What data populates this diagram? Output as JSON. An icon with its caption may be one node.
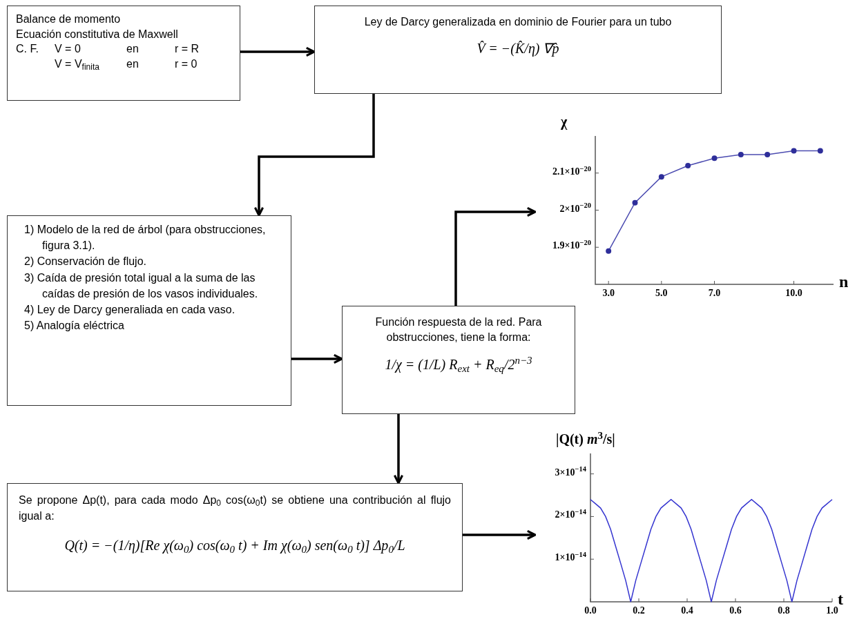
{
  "diagram": {
    "nodes": [
      {
        "text": [
          "Balance de momento",
          "Ecuación constitutiva de Maxwell",
          "C. F.",
          "V = 0",
          "en",
          "r = R",
          "V = V$_{finita}$",
          "en",
          "r = 0"
        ]
      },
      {
        "text": [
          "Ley de Darcy generalizada en dominio de Fourier para un tubo",
          "V̂ = −(K̂/η) ∇p̂"
        ]
      },
      {
        "text": [
          "1)  Modelo de la red de árbol (para obstrucciones, figura 3.1).",
          "2)  Conservación de flujo.",
          "3)  Caída de presión total igual a la suma de las caídas de presión de los vasos individuales.",
          "4)  Ley de Darcy generaliada en cada vaso.",
          "5)  Analogía eléctrica"
        ]
      },
      {
        "text": [
          "Función respuesta de la red. Para obstrucciones, tiene la forma:",
          "1/χ = (1/L) R$_{ext}$ + R$_{eq}$/2$^{n−3}$"
        ]
      },
      {
        "text": [
          "Se propone Δp(t), para cada modo Δp$_{0}$ cos(ω$_{0}$t) se obtiene una contribución al flujo igual a:",
          "Q(t) = −(1/η)[Re χ(ω$_{0}$) cos(ω$_{0}$ t) + Im χ(ω$_{0}$) sen(ω$_{0}$ t)] Δp$_{0}$/L"
        ]
      },
      {
        "text": [],
        "shape": "picture"
      },
      {
        "text": [],
        "shape": "picture"
      }
    ],
    "edges": [
      {
        "from": 0,
        "to": 1,
        "arrow": "to"
      },
      {
        "from": 1,
        "to": 2,
        "arrow": "to"
      },
      {
        "from": 2,
        "to": 3,
        "arrow": "to"
      },
      {
        "from": 3,
        "to": 5,
        "arrow": "to"
      },
      {
        "from": 3,
        "to": 4,
        "arrow": "to"
      },
      {
        "from": 4,
        "to": 6,
        "arrow": "to"
      }
    ],
    "chart_data": [
      {
        "type": "line",
        "xlabel": "n",
        "ylabel": "χ",
        "x": [
          3,
          4,
          5,
          6,
          7,
          8,
          9,
          10,
          11
        ],
        "series": [
          {
            "color": "#4b4bb0",
            "marker": "circle",
            "values": [
              1.89e-20,
              2.02e-20,
              2.09e-20,
              2.12e-20,
              2.14e-20,
              2.15e-20,
              2.15e-20,
              2.16e-20,
              2.16e-20
            ]
          }
        ],
        "xlim": [
          2.5,
          11.5
        ],
        "ylim": [
          1.8e-20,
          2.2e-20
        ],
        "xticks": [
          {
            "value": 3,
            "label": "3.0"
          },
          {
            "value": 5,
            "label": "5.0"
          },
          {
            "value": 7,
            "label": "7.0"
          },
          {
            "value": 10,
            "label": "10.0"
          }
        ],
        "yticks": [
          {
            "value": 1.9e-20,
            "label": "1.9×10$^{−20}$"
          },
          {
            "value": 2e-20,
            "label": "2×10$^{−20}$"
          },
          {
            "value": 2.1e-20,
            "label": "2.1×10$^{−20}$"
          }
        ]
      },
      {
        "type": "line",
        "xlabel": "t",
        "ylabel": "|Q(t) *m*$^{3}$/s|",
        "x": [
          0,
          0.0208,
          0.0417,
          0.0625,
          0.0833,
          0.1042,
          0.125,
          0.1458,
          0.1667,
          0.1875,
          0.2083,
          0.2292,
          0.25,
          0.2708,
          0.2917,
          0.3125,
          0.3333,
          0.3542,
          0.375,
          0.3958,
          0.4167,
          0.4375,
          0.4583,
          0.4792,
          0.5,
          0.5208,
          0.5417,
          0.5625,
          0.5833,
          0.6042,
          0.625,
          0.6458,
          0.6667,
          0.6875,
          0.7083,
          0.7292,
          0.75,
          0.7708,
          0.7917,
          0.8125,
          0.8333,
          0.8542,
          0.875,
          0.8958,
          0.9167,
          0.9375,
          0.9583,
          0.9792,
          1
        ],
        "series": [
          {
            "color": "#3535d0",
            "values": [
              2.4e-14,
              2.3e-14,
              2.2e-14,
              2e-14,
              1.7e-14,
              1.3e-14,
              9e-15,
              5e-15,
              0,
              5e-15,
              9e-15,
              1.3e-14,
              1.7e-14,
              2e-14,
              2.2e-14,
              2.3e-14,
              2.4e-14,
              2.3e-14,
              2.2e-14,
              2e-14,
              1.7e-14,
              1.3e-14,
              9e-15,
              5e-15,
              0,
              5e-15,
              9e-15,
              1.3e-14,
              1.7e-14,
              2e-14,
              2.2e-14,
              2.3e-14,
              2.4e-14,
              2.3e-14,
              2.2e-14,
              2e-14,
              1.7e-14,
              1.3e-14,
              9e-15,
              5e-15,
              0,
              5e-15,
              9e-15,
              1.3e-14,
              1.7e-14,
              2e-14,
              2.2e-14,
              2.3e-14,
              2.4e-14
            ]
          }
        ],
        "xlim": [
          0,
          1
        ],
        "ylim": [
          0,
          3.48e-14
        ],
        "xticks": [
          {
            "value": 0,
            "label": "0.0"
          },
          {
            "value": 0.2,
            "label": "0.2"
          },
          {
            "value": 0.4,
            "label": "0.4"
          },
          {
            "value": 0.6,
            "label": "0.6"
          },
          {
            "value": 0.8,
            "label": "0.8"
          },
          {
            "value": 1,
            "label": "1.0"
          }
        ],
        "yticks": [
          {
            "value": 1e-14,
            "label": "1×10$^{−14}$"
          },
          {
            "value": 2e-14,
            "label": "2×10$^{−14}$"
          },
          {
            "value": 3e-14,
            "label": "3×10$^{−14}$"
          }
        ]
      }
    ]
  }
}
